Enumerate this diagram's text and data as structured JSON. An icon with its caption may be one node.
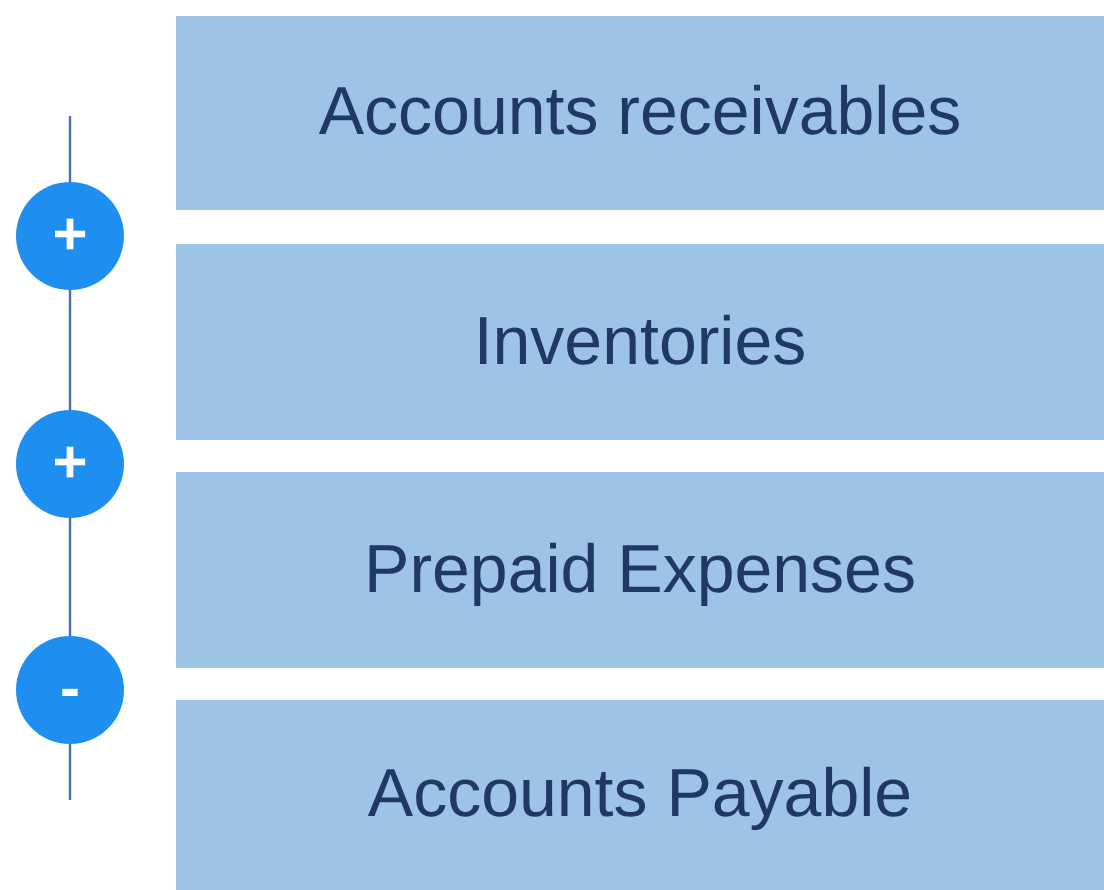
{
  "diagram": {
    "nodes": [
      {
        "text": [
          "Accounts receivables"
        ]
      },
      {
        "text": [
          "Inventories"
        ]
      },
      {
        "text": [
          "Prepaid Expenses"
        ]
      },
      {
        "text": [
          "Accounts Payable"
        ]
      },
      {
        "text": [
          "+"
        ]
      },
      {
        "text": [
          "+"
        ]
      },
      {
        "text": [
          "-"
        ]
      }
    ],
    "edges": [
      {
        "from": null,
        "to": 4,
        "arrow": "none"
      },
      {
        "from": 4,
        "to": 5,
        "arrow": "none"
      },
      {
        "from": 5,
        "to": 6,
        "arrow": "none"
      },
      {
        "from": 6,
        "to": null,
        "arrow": "none"
      }
    ]
  }
}
